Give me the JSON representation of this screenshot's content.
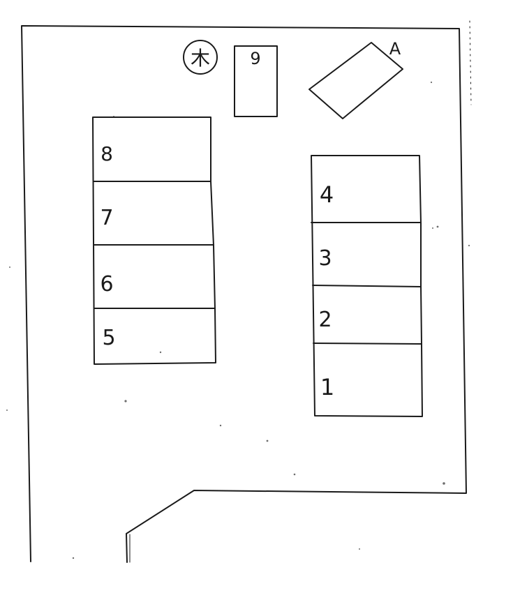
{
  "lot": {
    "tree_symbol": "木",
    "spaces": {
      "s1": "1",
      "s2": "2",
      "s3": "3",
      "s4": "4",
      "s5": "5",
      "s6": "6",
      "s7": "7",
      "s8": "8",
      "s9": "9",
      "sA": "A"
    }
  },
  "colors": {
    "ink": "#1a1a1a",
    "paper": "#ffffff"
  }
}
